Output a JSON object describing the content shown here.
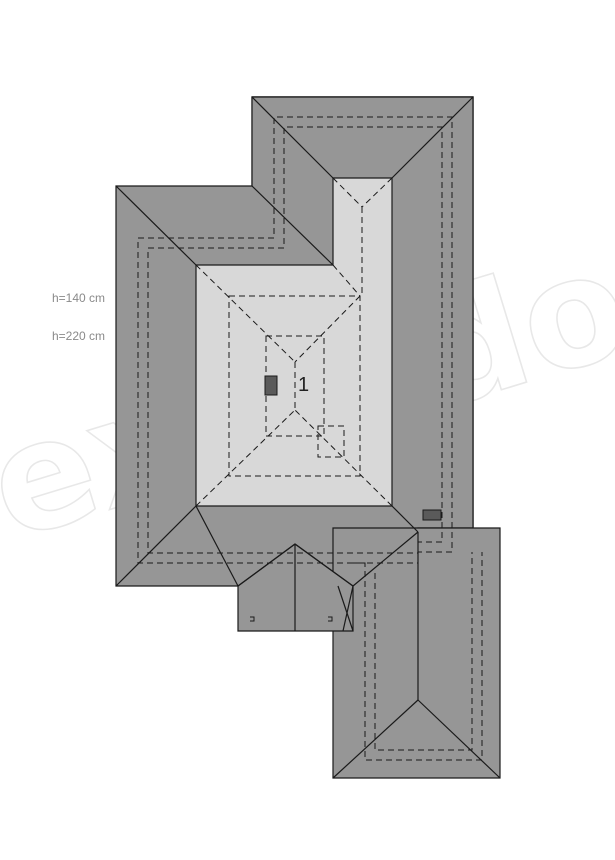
{
  "labels": {
    "height_1": "h=140 cm",
    "height_2": "h=220 cm",
    "room_number": "1"
  },
  "watermark": "extradom",
  "colors": {
    "roof_dark": "#969696",
    "attic_light": "#d8d8d8",
    "outline": "#1a1a1a",
    "chimney": "#5a5a5a"
  }
}
